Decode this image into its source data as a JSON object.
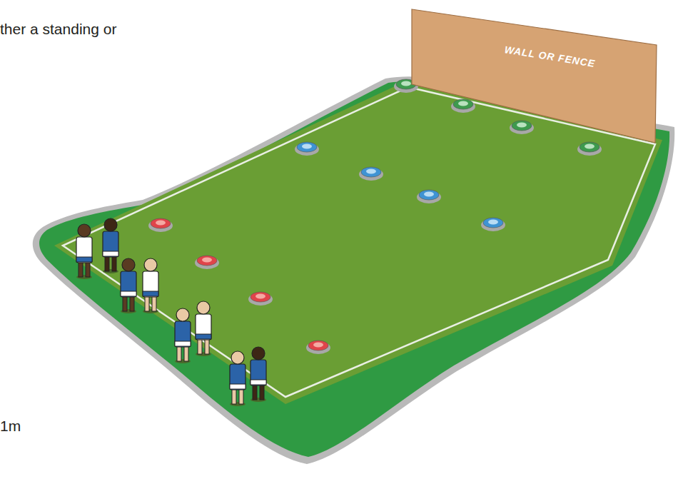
{
  "diagram": {
    "nodes": [
      {
        "text": [
          "WALL OR FENCE"
        ]
      }
    ],
    "labels": [
      "ther a standing or",
      "1m"
    ]
  }
}
